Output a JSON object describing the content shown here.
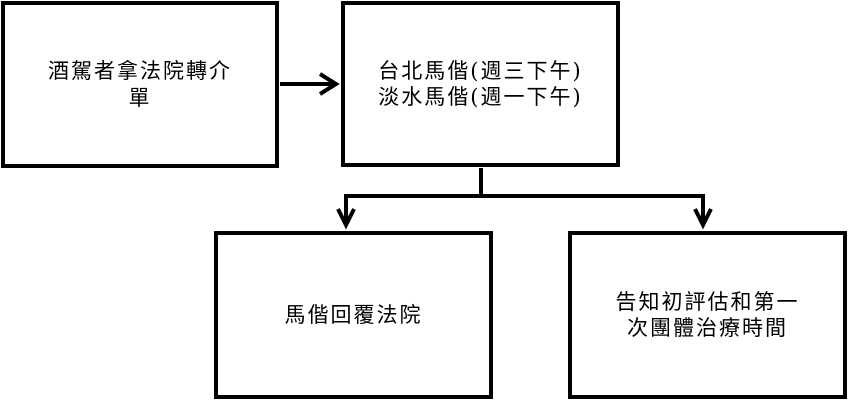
{
  "diagram": {
    "nodes": {
      "referral": {
        "lines": [
          "酒駕者拿法院轉介",
          "單"
        ]
      },
      "clinics": {
        "lines": [
          "台北馬偕(週三下午)",
          "淡水馬偕(週一下午)"
        ]
      },
      "reply": {
        "lines": [
          "馬偕回覆法院"
        ]
      },
      "notify": {
        "lines": [
          "告知初評估和第一",
          "次團體治療時間"
        ]
      }
    },
    "edges": [
      {
        "from": "referral",
        "to": "clinics"
      },
      {
        "from": "clinics",
        "to": "reply"
      },
      {
        "from": "clinics",
        "to": "notify"
      }
    ],
    "colors": {
      "stroke": "#000000",
      "background": "#ffffff"
    }
  }
}
